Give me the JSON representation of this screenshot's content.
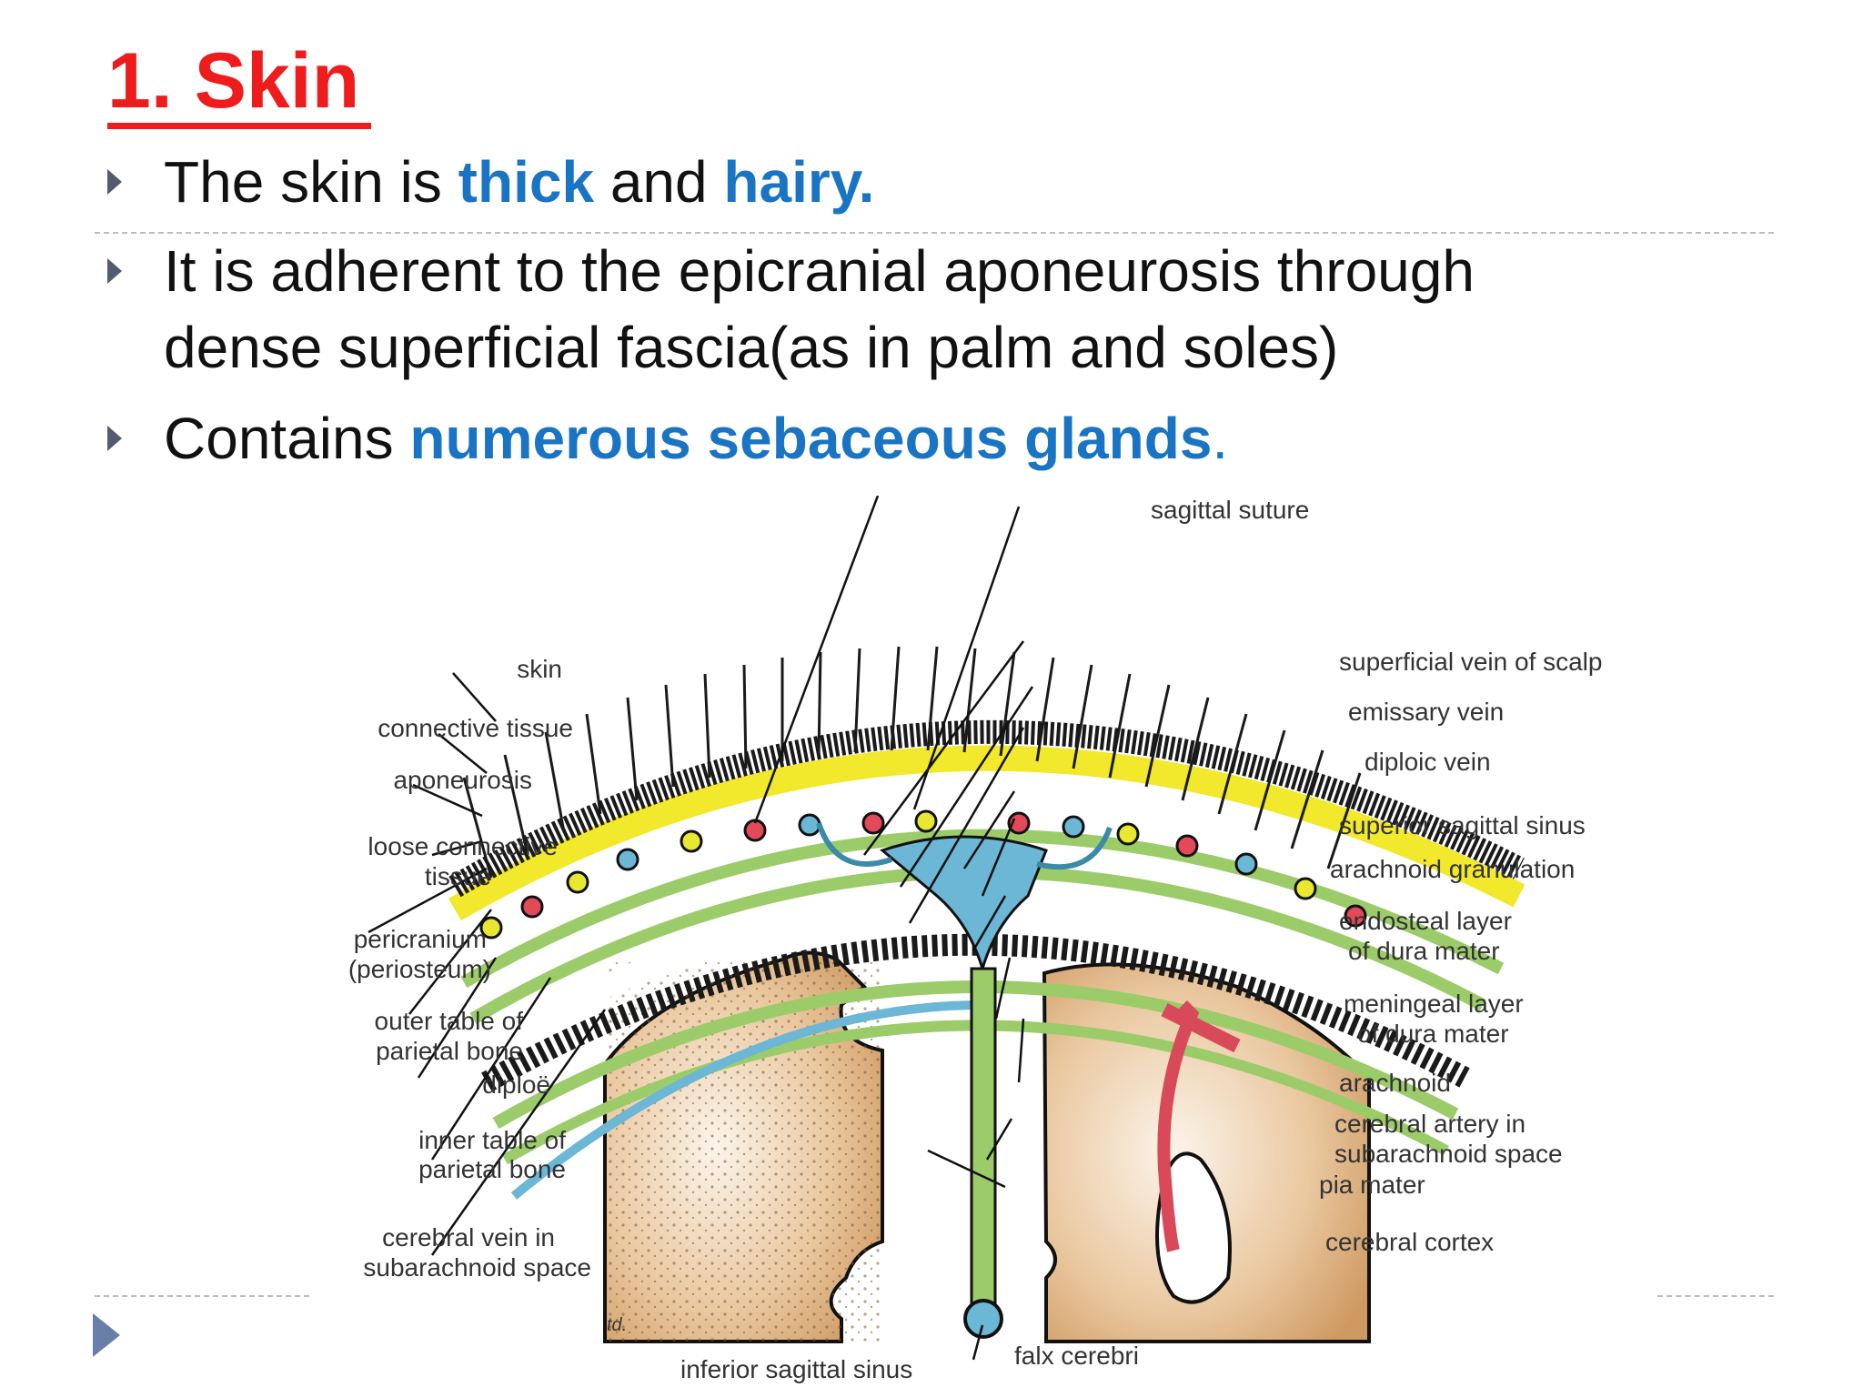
{
  "slide": {
    "title": "1. Skin",
    "bullets": [
      {
        "parts": [
          "The skin is ",
          "thick",
          " and ",
          "hairy."
        ]
      },
      {
        "lines": [
          "It is adherent to the epicranial aponeurosis through",
          "dense superficial fascia(as in palm and soles)"
        ]
      },
      {
        "parts": [
          "Contains ",
          "numerous sebaceous glands",
          "."
        ]
      }
    ]
  },
  "colors": {
    "title": "#ee1c1c",
    "highlight": "#1a74c4",
    "bullet_arrow": "#555b6e"
  },
  "figure": {
    "labels_left": {
      "skin": "skin",
      "connective_tissue": "connective tissue",
      "aponeurosis": "aponeurosis",
      "loose_connective_1": "loose connective",
      "loose_connective_2": "tissue",
      "pericranium_1": "pericranium",
      "pericranium_2": "(periosteum)",
      "outer_table_1": "outer table of",
      "outer_table_2": "parietal bone",
      "diploe": "diploë",
      "inner_table_1": "inner table of",
      "inner_table_2": "parietal bone",
      "cerebral_vein_1": "cerebral vein in",
      "cerebral_vein_2": "subarachnoid space"
    },
    "labels_right": {
      "sagittal_suture": "sagittal suture",
      "superficial_vein": "superficial vein of scalp",
      "emissary_vein": "emissary vein",
      "diploic_vein": "diploic vein",
      "superior_sagittal_sinus": "superior sagittal sinus",
      "arachnoid_granulation": "arachnoid granulation",
      "endosteal_1": "endosteal layer",
      "endosteal_2": "of dura mater",
      "meningeal_1": "meningeal layer",
      "meningeal_2": "of dura mater",
      "arachnoid": "arachnoid",
      "cerebral_artery_1": "cerebral artery in",
      "cerebral_artery_2": "subarachnoid space",
      "pia_mater": "pia mater",
      "cerebral_cortex": "cerebral cortex"
    },
    "labels_bottom": {
      "inferior_sagittal_sinus": "inferior sagittal sinus",
      "falx_cerebri": "falx cerebri",
      "signature": "td."
    }
  }
}
